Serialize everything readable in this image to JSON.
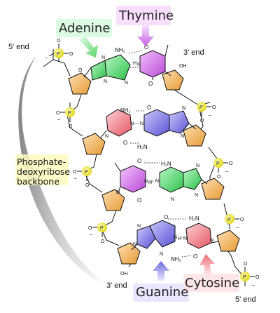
{
  "labels": {
    "adenine": "Adenine",
    "thymine": "Thymine",
    "guanine": "Guanine",
    "cytosine": "Cytosine",
    "five_end_top": "5' end",
    "three_end_top": "3' end",
    "three_end_bottom": "3' end",
    "five_end_bottom": "5' end",
    "backbone_line1": "Phosphate-",
    "backbone_line2": "deoxyribose",
    "backbone_line3": "backbone"
  },
  "atoms": {
    "nh2": "NH₂",
    "h2n": "H₂N",
    "n": "N",
    "nh": "N",
    "o": "O",
    "oh": "OH",
    "h": "H",
    "p": "P",
    "minus": "–"
  },
  "colors": {
    "adenine": "#4dd36a",
    "thymine": "#cc66e6",
    "guanine": "#6f6ae0",
    "cytosine": "#f07a82",
    "sugar": "#f3b35a",
    "phosphate": "#f3ef3c",
    "backbone_shade": "#9a9a9a"
  }
}
